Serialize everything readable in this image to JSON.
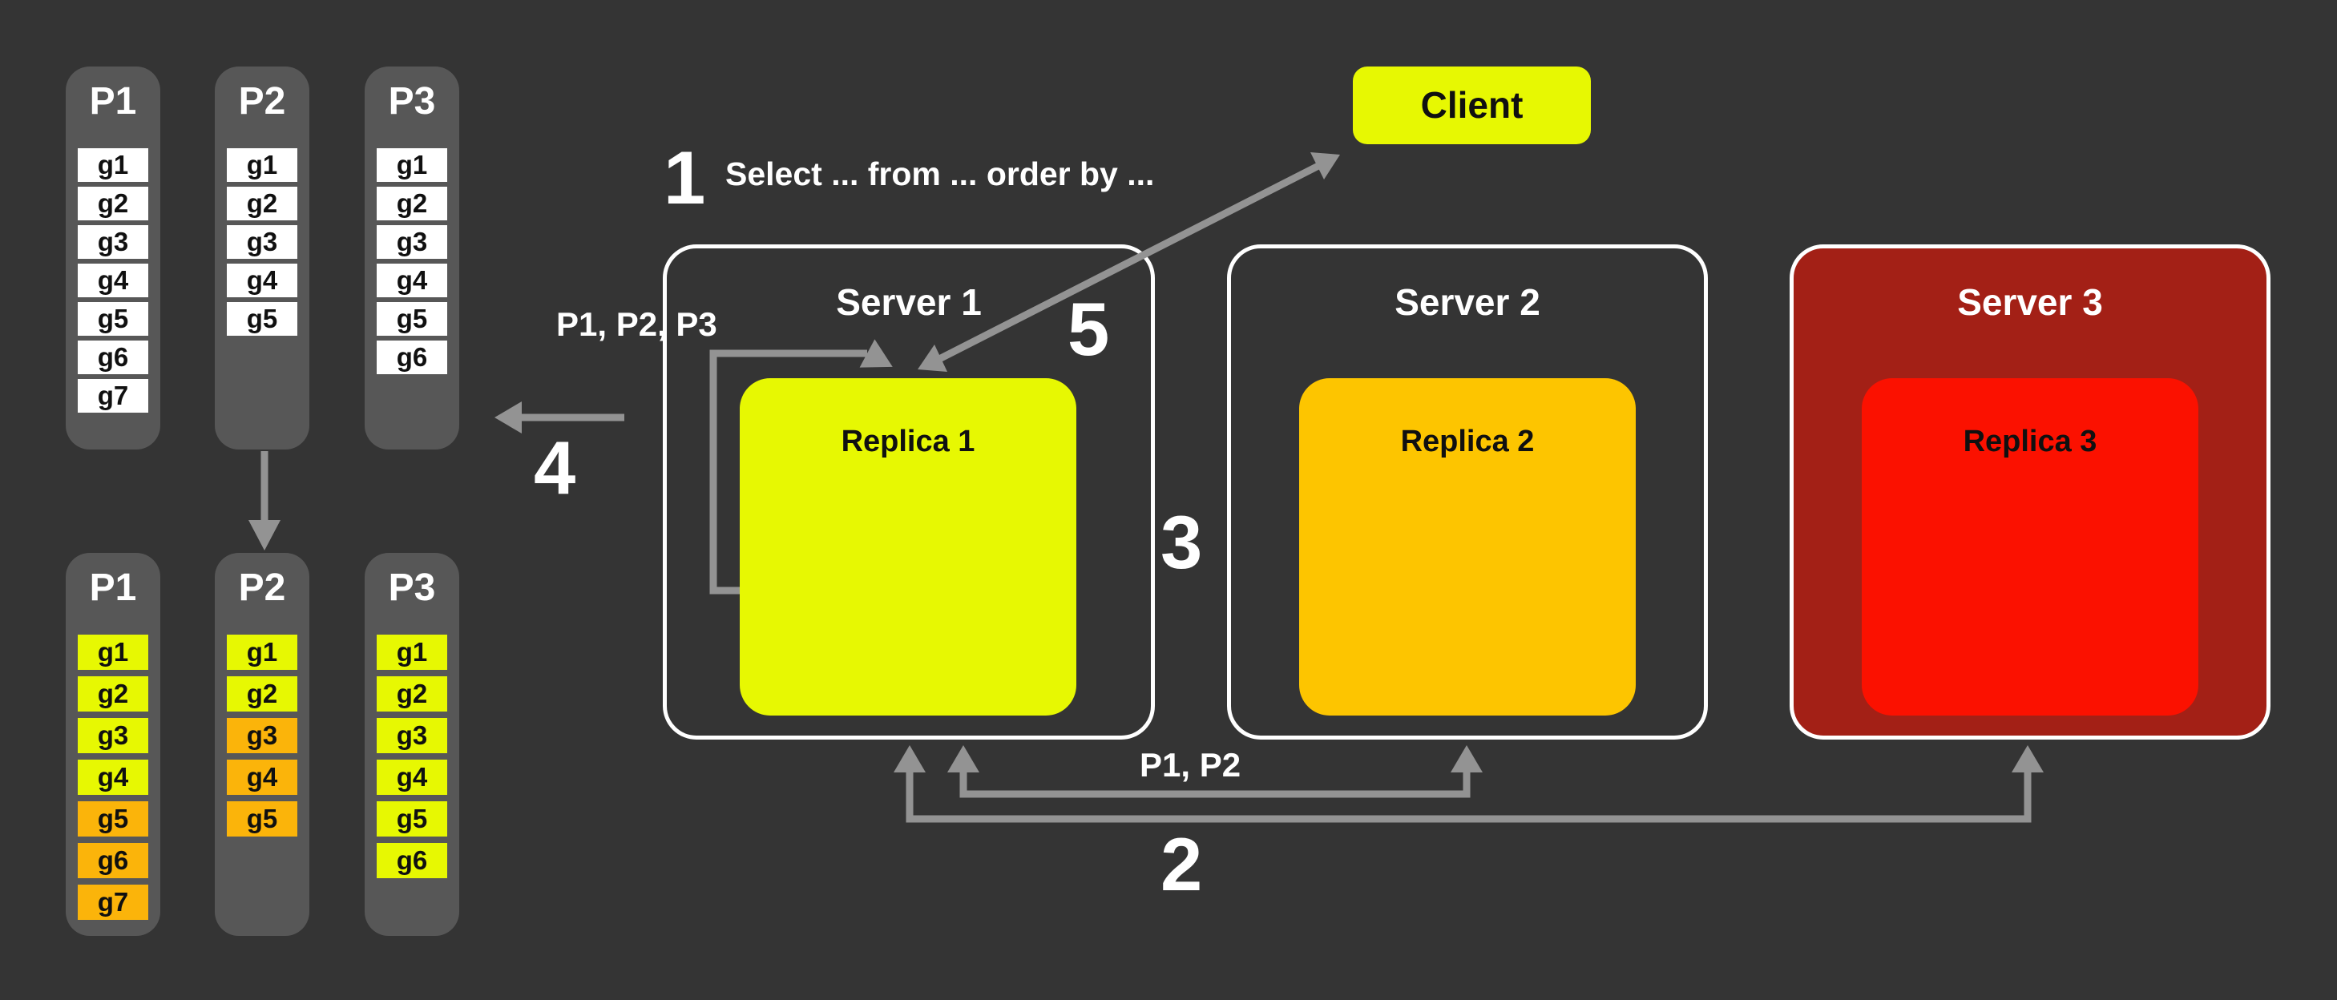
{
  "colors": {
    "bg": "#343434",
    "panel": "#575757",
    "arrow": "#939393",
    "yellow": "#e7f802",
    "orange": "#fbb40a",
    "amber": "#fdc500",
    "red": "#fb1100",
    "server3": "#a32016",
    "white": "#ffffff"
  },
  "partition_groups": [
    {
      "name": "incoming-partitions",
      "columns": [
        {
          "label": "P1",
          "items": [
            {
              "label": "g1",
              "state": "white"
            },
            {
              "label": "g2",
              "state": "white"
            },
            {
              "label": "g3",
              "state": "white"
            },
            {
              "label": "g4",
              "state": "white"
            },
            {
              "label": "g5",
              "state": "white"
            },
            {
              "label": "g6",
              "state": "white"
            },
            {
              "label": "g7",
              "state": "white"
            }
          ]
        },
        {
          "label": "P2",
          "items": [
            {
              "label": "g1",
              "state": "white"
            },
            {
              "label": "g2",
              "state": "white"
            },
            {
              "label": "g3",
              "state": "white"
            },
            {
              "label": "g4",
              "state": "white"
            },
            {
              "label": "g5",
              "state": "white"
            }
          ]
        },
        {
          "label": "P3",
          "items": [
            {
              "label": "g1",
              "state": "white"
            },
            {
              "label": "g2",
              "state": "white"
            },
            {
              "label": "g3",
              "state": "white"
            },
            {
              "label": "g4",
              "state": "white"
            },
            {
              "label": "g5",
              "state": "white"
            },
            {
              "label": "g6",
              "state": "white"
            }
          ]
        }
      ]
    },
    {
      "name": "sorted-partitions",
      "columns": [
        {
          "label": "P1",
          "items": [
            {
              "label": "g1",
              "state": "yellow"
            },
            {
              "label": "g2",
              "state": "yellow"
            },
            {
              "label": "g3",
              "state": "yellow"
            },
            {
              "label": "g4",
              "state": "yellow"
            },
            {
              "label": "g5",
              "state": "orange"
            },
            {
              "label": "g6",
              "state": "orange"
            },
            {
              "label": "g7",
              "state": "orange"
            }
          ]
        },
        {
          "label": "P2",
          "items": [
            {
              "label": "g1",
              "state": "yellow"
            },
            {
              "label": "g2",
              "state": "yellow"
            },
            {
              "label": "g3",
              "state": "orange"
            },
            {
              "label": "g4",
              "state": "orange"
            },
            {
              "label": "g5",
              "state": "orange"
            }
          ]
        },
        {
          "label": "P3",
          "items": [
            {
              "label": "g1",
              "state": "yellow"
            },
            {
              "label": "g2",
              "state": "yellow"
            },
            {
              "label": "g3",
              "state": "yellow"
            },
            {
              "label": "g4",
              "state": "yellow"
            },
            {
              "label": "g5",
              "state": "yellow"
            },
            {
              "label": "g6",
              "state": "yellow"
            }
          ]
        }
      ]
    }
  ],
  "client": {
    "label": "Client"
  },
  "servers": [
    {
      "label": "Server 1",
      "replica": {
        "label": "Replica 1",
        "state": "yellow"
      }
    },
    {
      "label": "Server 2",
      "replica": {
        "label": "Replica 2",
        "state": "amber"
      }
    },
    {
      "label": "Server 3",
      "state": "server3",
      "replica": {
        "label": "Replica 3",
        "state": "red"
      }
    }
  ],
  "steps": {
    "one": {
      "number": "1",
      "label": "Select ... from ... order by ..."
    },
    "two": {
      "number": "2",
      "label": "P1, P2"
    },
    "three": {
      "number": "3"
    },
    "four": {
      "number": "4"
    },
    "five": {
      "number": "5"
    }
  },
  "labels": {
    "routed_partitions": "P1, P2, P3"
  }
}
